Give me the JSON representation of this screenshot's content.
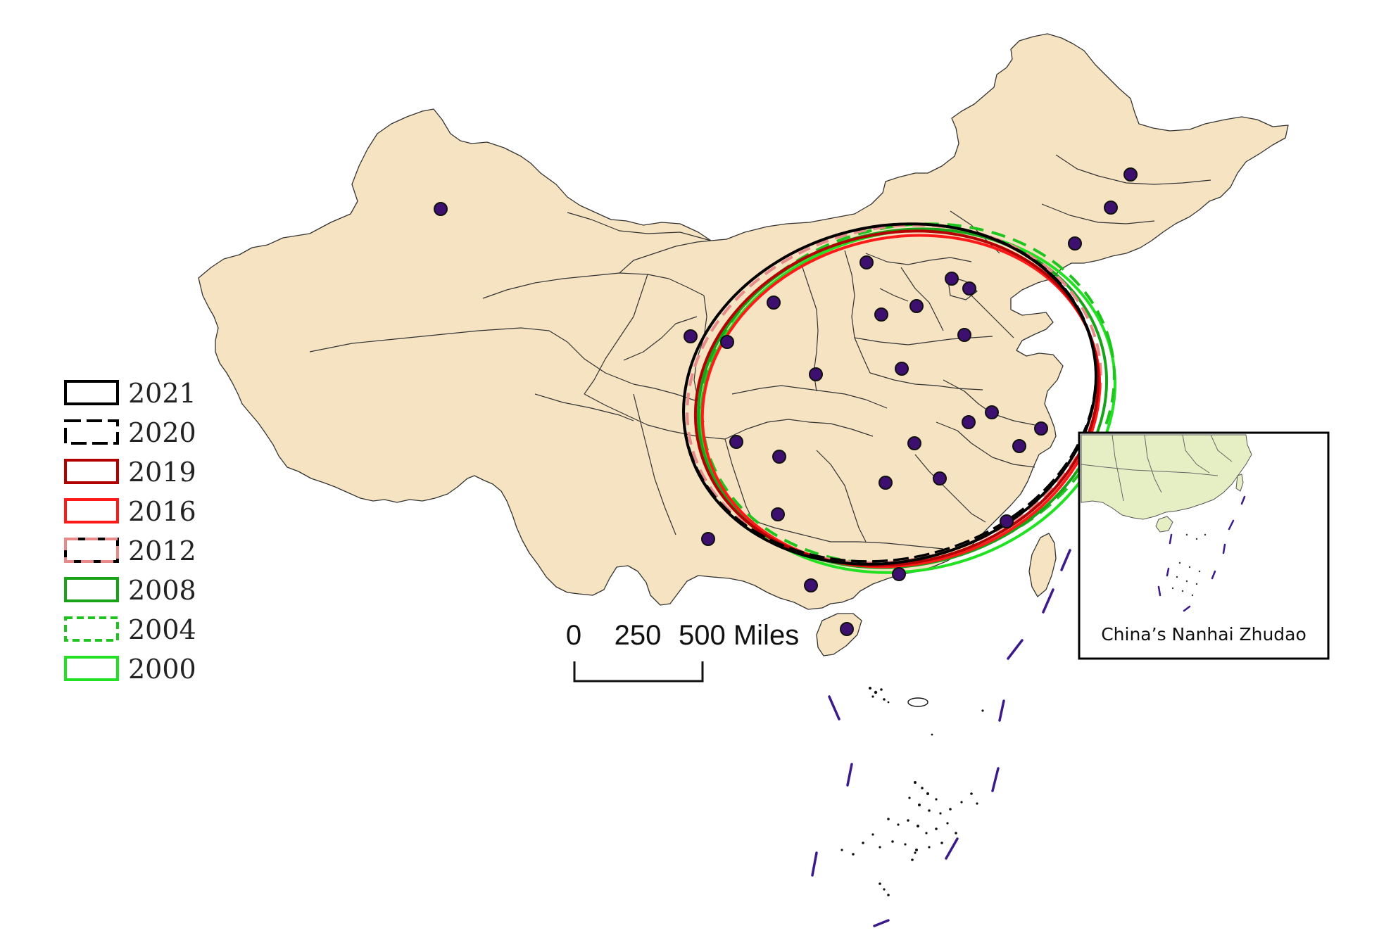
{
  "legend": {
    "items": [
      {
        "label": "2021",
        "style": "solid",
        "color": "#000000"
      },
      {
        "label": "2020",
        "style": "dashed-black-white",
        "color": "#000000"
      },
      {
        "label": "2019",
        "style": "solid",
        "color": "#b30000"
      },
      {
        "label": "2016",
        "style": "solid",
        "color": "#ff1a1a"
      },
      {
        "label": "2012",
        "style": "dashed-black-pink",
        "color": "#e88a8a"
      },
      {
        "label": "2008",
        "style": "solid",
        "color": "#19a319"
      },
      {
        "label": "2004",
        "style": "dashed-green",
        "color": "#1fc41f"
      },
      {
        "label": "2000",
        "style": "solid",
        "color": "#22e022"
      }
    ]
  },
  "scale_bar": {
    "ticks": [
      "0",
      "250"
    ],
    "end_label": "500 Miles"
  },
  "inset": {
    "label": "China’s Nanhai Zhudao"
  },
  "colors": {
    "land": "#f5e3c1",
    "border": "#333333",
    "city_point": "#3d1070",
    "nine_dash_line": "#3b1a8a",
    "inset_land": "#e6efc4"
  }
}
